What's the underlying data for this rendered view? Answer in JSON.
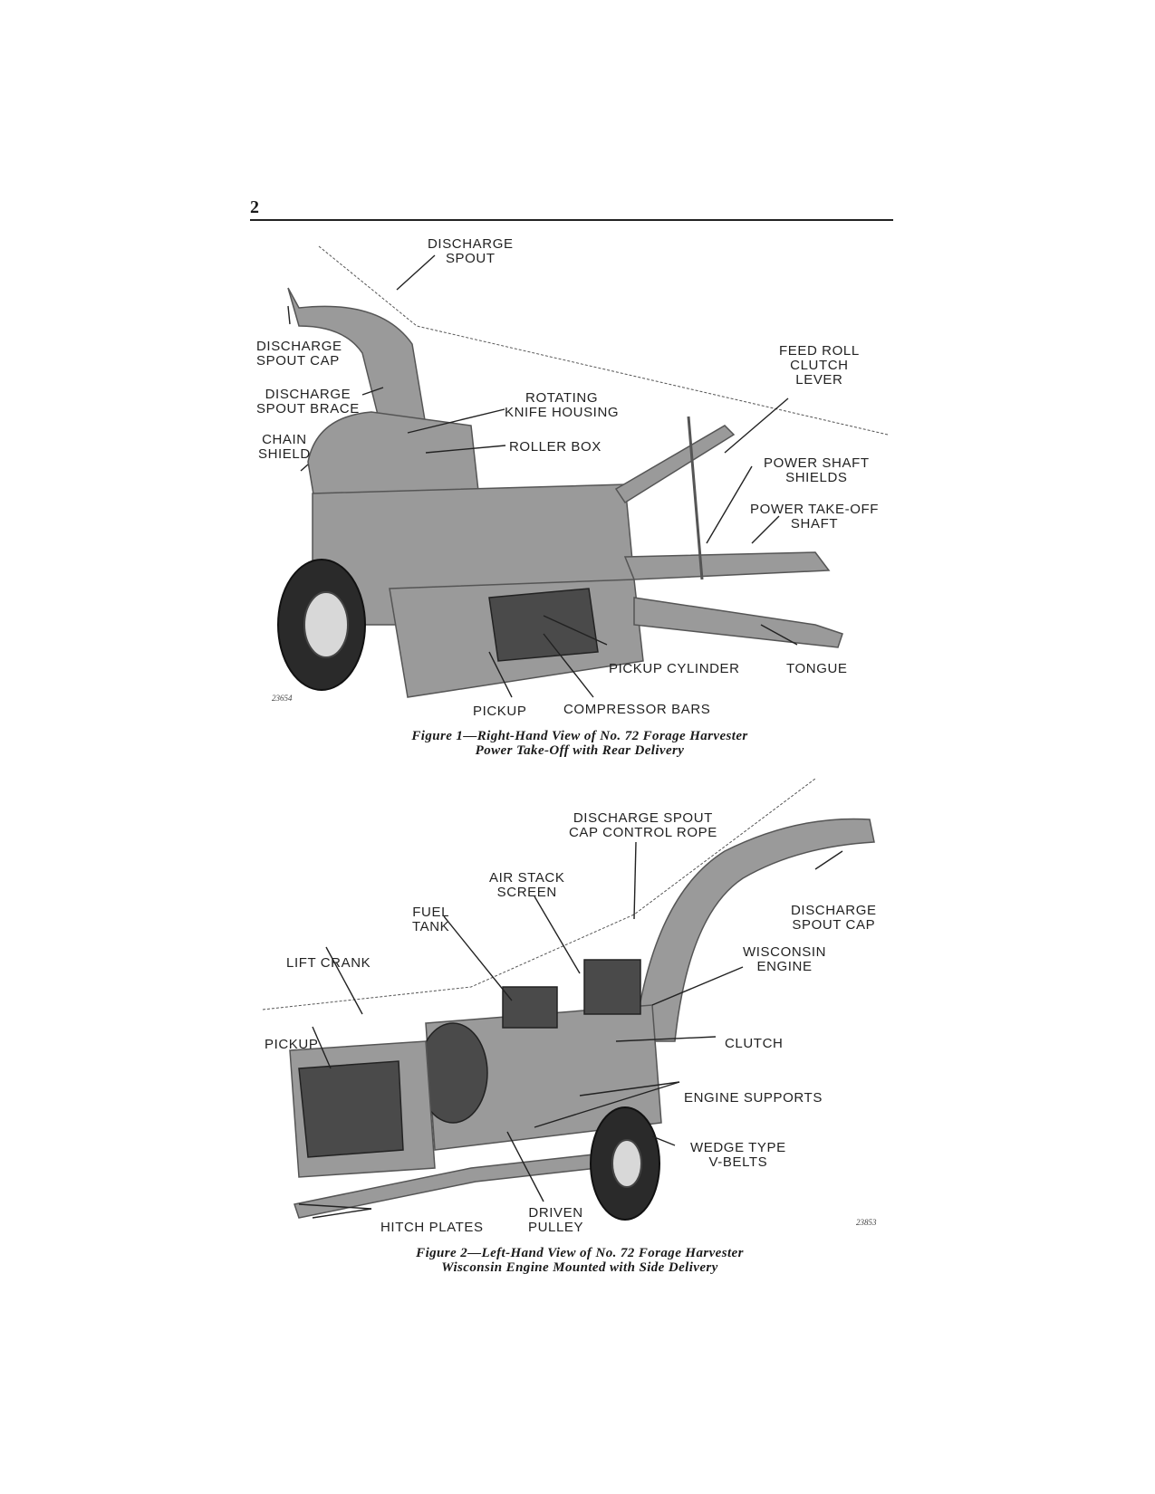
{
  "page_number": "2",
  "figure1": {
    "labels": {
      "discharge_spout": "DISCHARGE\nSPOUT",
      "discharge_spout_cap": "DISCHARGE\nSPOUT CAP",
      "discharge_spout_brace": "DISCHARGE\nSPOUT BRACE",
      "chain_shield": "CHAIN\nSHIELD",
      "rotating_knife_housing": "ROTATING\nKNIFE HOUSING",
      "roller_box": "ROLLER BOX",
      "feed_roll_clutch_lever": "FEED ROLL\nCLUTCH\nLEVER",
      "power_shaft_shields": "POWER SHAFT\nSHIELDS",
      "power_take_off_shaft": "POWER TAKE-OFF\nSHAFT",
      "pickup_cylinder": "PICKUP CYLINDER",
      "tongue": "TONGUE",
      "pickup": "PICKUP",
      "compressor_bars": "COMPRESSOR BARS"
    },
    "negative_number": "23654",
    "caption": "Figure 1—Right-Hand View of No. 72 Forage Harvester\nPower Take-Off with Rear Delivery"
  },
  "figure2": {
    "labels": {
      "discharge_spout_cap_control_rope": "DISCHARGE SPOUT\nCAP CONTROL ROPE",
      "air_stack_screen": "AIR STACK\nSCREEN",
      "fuel_tank": "FUEL\nTANK",
      "discharge_spout_cap": "DISCHARGE\nSPOUT CAP",
      "wisconsin_engine": "WISCONSIN\nENGINE",
      "lift_crank": "LIFT CRANK",
      "pickup": "PICKUP",
      "clutch": "CLUTCH",
      "engine_supports": "ENGINE SUPPORTS",
      "wedge_type_v_belts": "WEDGE TYPE\nV-BELTS",
      "driven_pulley": "DRIVEN\nPULLEY",
      "hitch_plates": "HITCH PLATES"
    },
    "negative_number": "23853",
    "caption": "Figure 2—Left-Hand View of No. 72 Forage Harvester\nWisconsin Engine Mounted with Side Delivery"
  }
}
